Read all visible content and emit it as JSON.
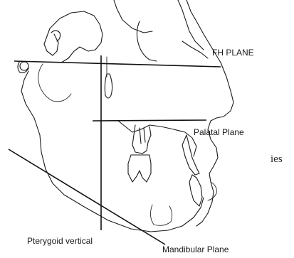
{
  "labels": {
    "fh_plane": "FH PLANE",
    "palatal_plane": "Palatal Plane",
    "pterygoid_vertical": "Pterygoid vertical",
    "mandibular_plane": "Mandibular Plane",
    "stray_text": "ies"
  },
  "colors": {
    "line": "#111111",
    "background": "#ffffff"
  }
}
